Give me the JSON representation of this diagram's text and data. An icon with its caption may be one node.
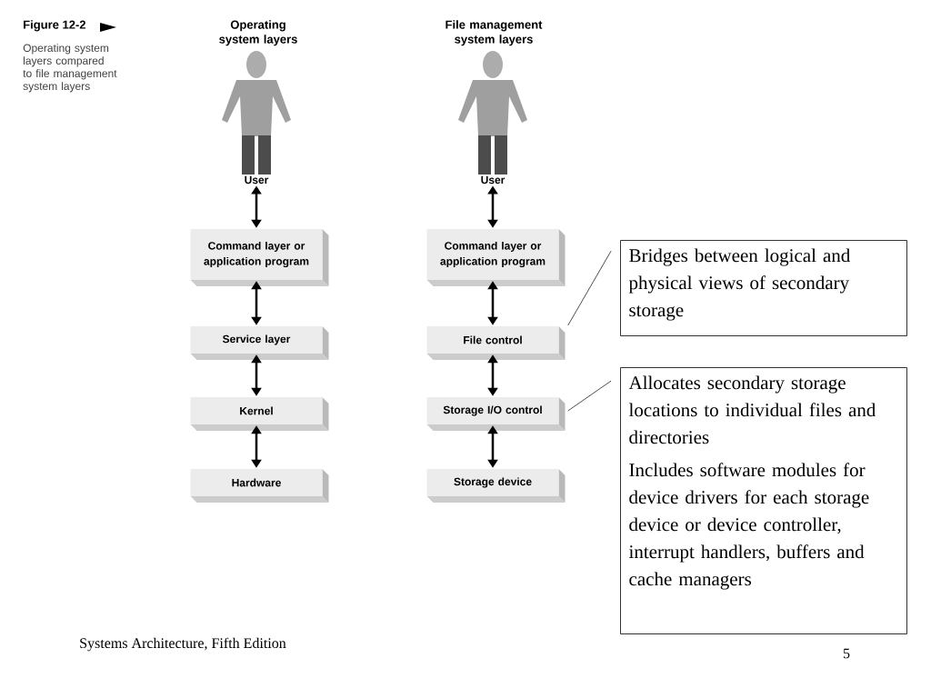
{
  "diagram": {
    "nodes": [
      {
        "text": [
          "User"
        ]
      },
      {
        "text": [
          "Command layer or application program"
        ]
      },
      {
        "text": [
          "Service layer"
        ]
      },
      {
        "text": [
          "Kernel"
        ]
      },
      {
        "text": [
          "Hardware"
        ]
      },
      {
        "text": [
          "User"
        ]
      },
      {
        "text": [
          "Command layer or application program"
        ]
      },
      {
        "text": [
          "File control"
        ]
      },
      {
        "text": [
          "Storage I/O control"
        ]
      },
      {
        "text": [
          "Storage device"
        ]
      },
      {
        "text": [
          "Bridges between logical and physical views of secondary storage"
        ]
      },
      {
        "text": [
          "Allocates secondary storage locations to individual files and directories",
          "Includes software modules for device drivers for each storage device or device controller, interrupt handlers, buffers and cache managers"
        ]
      }
    ],
    "edges": [
      {
        "from": 0,
        "to": 1,
        "arrow": "both"
      },
      {
        "from": 1,
        "to": 2,
        "arrow": "both"
      },
      {
        "from": 2,
        "to": 3,
        "arrow": "both"
      },
      {
        "from": 3,
        "to": 4,
        "arrow": "both"
      },
      {
        "from": 5,
        "to": 6,
        "arrow": "both"
      },
      {
        "from": 6,
        "to": 7,
        "arrow": "both"
      },
      {
        "from": 7,
        "to": 8,
        "arrow": "both"
      },
      {
        "from": 8,
        "to": 9,
        "arrow": "both"
      },
      {
        "from": 10,
        "to": 7,
        "arrow": "none"
      },
      {
        "from": 11,
        "to": 8,
        "arrow": "none"
      }
    ],
    "labels": [
      "Figure 12-2",
      "Operating system layers compared to file management system layers",
      "Operating system layers",
      "File management system layers",
      "Systems Architecture, Fifth Edition",
      "5"
    ]
  }
}
